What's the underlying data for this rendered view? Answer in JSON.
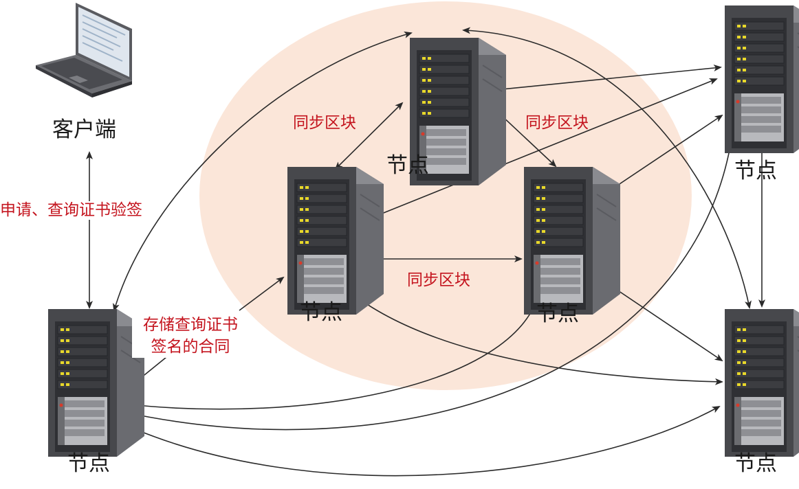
{
  "client": {
    "label": "客户端"
  },
  "nodes": [
    {
      "id": "top",
      "label": "节点"
    },
    {
      "id": "mid-left",
      "label": "节点"
    },
    {
      "id": "mid-right",
      "label": "节点"
    },
    {
      "id": "top-right",
      "label": "节点"
    },
    {
      "id": "bottom-left",
      "label": "节点"
    },
    {
      "id": "bottom-right",
      "label": "节点"
    }
  ],
  "labels": {
    "client_request": "申请、查询证书验签",
    "store_line1": "存储查询证书",
    "store_line2": "签名的合同",
    "sync_top_left": "同步区块",
    "sync_top_right": "同步区块",
    "sync_middle": "同步区块"
  },
  "colors": {
    "consensus_area": "#fbe6d9",
    "label_red": "#c4141e",
    "arrow": "#2a2a2a",
    "server_body": "#4a4b4f",
    "server_side": "#6f7075",
    "server_led": "#e8d82a"
  },
  "icons": [
    "laptop-icon",
    "server-icon"
  ]
}
